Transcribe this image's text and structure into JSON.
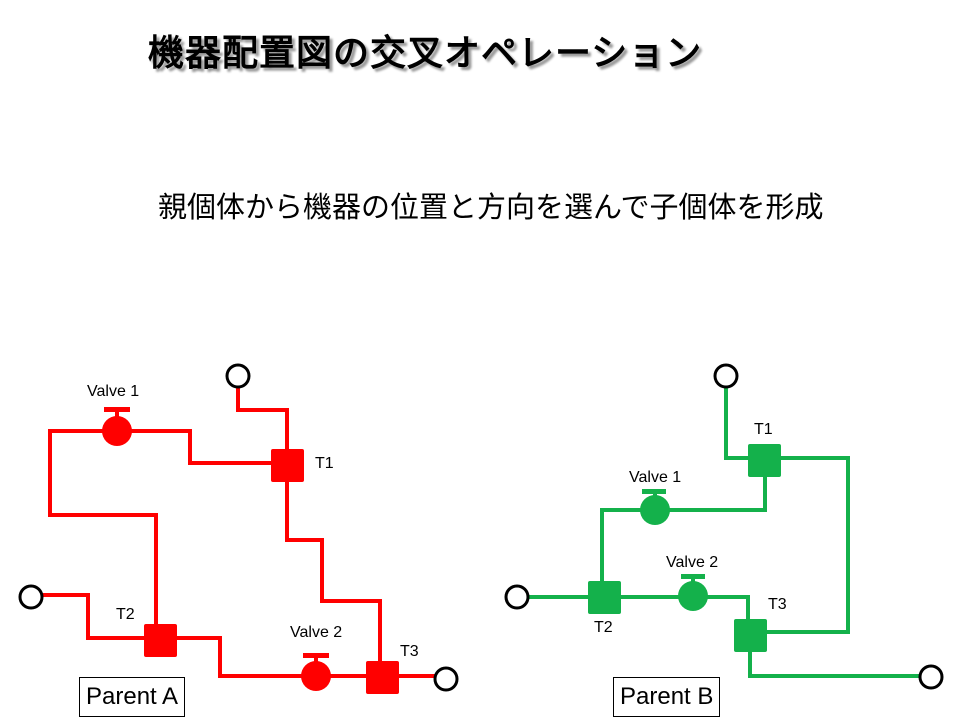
{
  "slide": {
    "title": "機器配置図の交叉オペレーション",
    "subtitle": "親個体から機器の位置と方向を選んで子個体を形成"
  },
  "colors": {
    "parent_a": "#ff0000",
    "parent_b": "#14b14b",
    "terminal": "#000000"
  },
  "parent_a": {
    "label": "Parent A",
    "valves": [
      {
        "label": "Valve 1"
      },
      {
        "label": "Valve 2"
      }
    ],
    "tees": [
      {
        "label": "T1"
      },
      {
        "label": "T2"
      },
      {
        "label": "T3"
      }
    ]
  },
  "parent_b": {
    "label": "Parent B",
    "valves": [
      {
        "label": "Valve 1"
      },
      {
        "label": "Valve 2"
      }
    ],
    "tees": [
      {
        "label": "T1"
      },
      {
        "label": "T2"
      },
      {
        "label": "T3"
      }
    ]
  }
}
